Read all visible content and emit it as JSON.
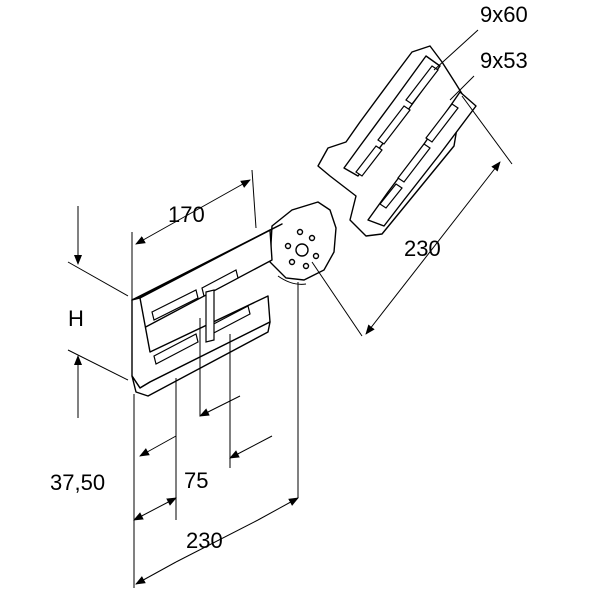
{
  "diagram": {
    "labels": {
      "slot_upper": "9x60",
      "slot_lower": "9x53",
      "width_top": "170",
      "height": "H",
      "length_right": "230",
      "offset": "37,50",
      "spacing": "75",
      "length_bottom": "230"
    },
    "colors": {
      "stroke": "#000000",
      "fill": "#ffffff"
    }
  }
}
